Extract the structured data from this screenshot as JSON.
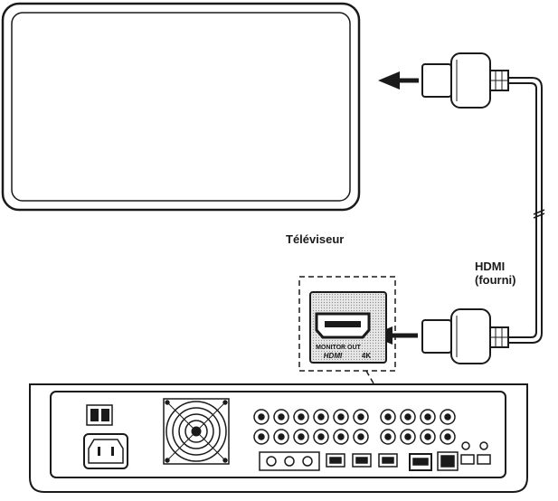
{
  "labels": {
    "tv": "Téléviseur",
    "cable_line1": "HDMI",
    "cable_line2": "(fourni)"
  },
  "port_panel": {
    "port_name": "MONITOR OUT",
    "port_logo": "HDMI",
    "port_suffix": "4K"
  },
  "colors": {
    "stroke": "#1a1a1a",
    "panel_fill": "#ffffff",
    "port_bg": "#d4d4d4"
  }
}
